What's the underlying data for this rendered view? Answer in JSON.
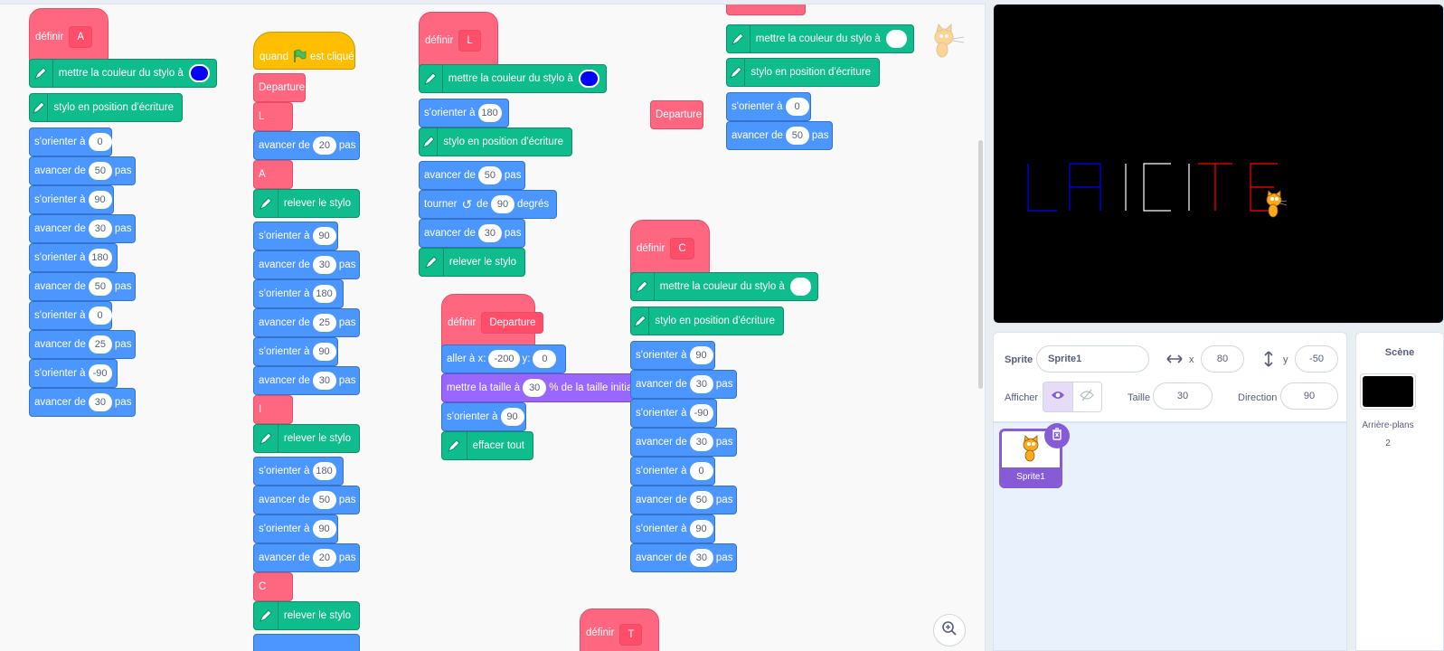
{
  "blocks": {
    "define": "définir",
    "pen_color": "mettre la couleur du stylo à",
    "pen_down": "stylo en position d'écriture",
    "pen_up": "relever le stylo",
    "point": "s'orienter à",
    "move": "avancer de",
    "steps": "pas",
    "turn": "tourner",
    "of": "de",
    "degrees": "degrés",
    "goto_x": "aller à x:",
    "goto_y": "y:",
    "size_to": "mettre la taille à",
    "size_pct": "% de la taille initiale",
    "clear": "effacer tout",
    "when": "quand",
    "clicked": "est cliqué"
  },
  "script_a": {
    "name": "A",
    "color": "#0000ff",
    "vals": [
      "0",
      "50",
      "90",
      "30",
      "180",
      "50",
      "0",
      "25",
      "-90",
      "30"
    ]
  },
  "script_main": {
    "calls": [
      "Departure",
      "L",
      "A",
      "I",
      "C"
    ],
    "vals": [
      "20",
      "90",
      "30",
      "180",
      "25",
      "90",
      "30",
      "180",
      "50",
      "90",
      "20"
    ]
  },
  "script_l": {
    "name": "L",
    "color": "#0000ff",
    "vals": [
      "180",
      "50",
      "90",
      "30"
    ]
  },
  "floating_call": "Departure",
  "script_departure": {
    "name": "Departure",
    "x": "-200",
    "y": "0",
    "size": "30",
    "dir": "90"
  },
  "script_top_right": {
    "color": "#ffffff",
    "vals": [
      "0",
      "50"
    ]
  },
  "script_c": {
    "name": "C",
    "color": "#ffffff",
    "vals": [
      "90",
      "30",
      "-90",
      "30",
      "0",
      "50",
      "90",
      "30"
    ]
  },
  "script_t": {
    "name": "T"
  },
  "stage": {
    "letters": [
      {
        "ch": "L",
        "color": "#0000ff"
      },
      {
        "ch": "A",
        "color": "#0000ff"
      },
      {
        "ch": "I",
        "color": "#ffffff"
      },
      {
        "ch": "C",
        "color": "#ffffff"
      },
      {
        "ch": "I",
        "color": "#ffffff"
      },
      {
        "ch": "T",
        "color": "#ff0000"
      },
      {
        "ch": "E",
        "color": "#ff0000"
      }
    ]
  },
  "sprite_info": {
    "sprite_label": "Sprite",
    "sprite_name": "Sprite1",
    "x_label": "x",
    "x_value": "80",
    "y_label": "y",
    "y_value": "-50",
    "show_label": "Afficher",
    "size_label": "Taille",
    "size_value": "30",
    "direction_label": "Direction",
    "direction_value": "90"
  },
  "sprite_list": {
    "items": [
      {
        "name": "Sprite1"
      }
    ]
  },
  "scene": {
    "title": "Scène",
    "backdrops_label": "Arrière-plans",
    "backdrops_count": "2"
  },
  "colors": {
    "motion": "#4c97ff",
    "pen": "#0fbd8c",
    "looks": "#9966ff",
    "custom": "#ff6680",
    "events": "#ffbf00",
    "selected": "#855cd6"
  }
}
